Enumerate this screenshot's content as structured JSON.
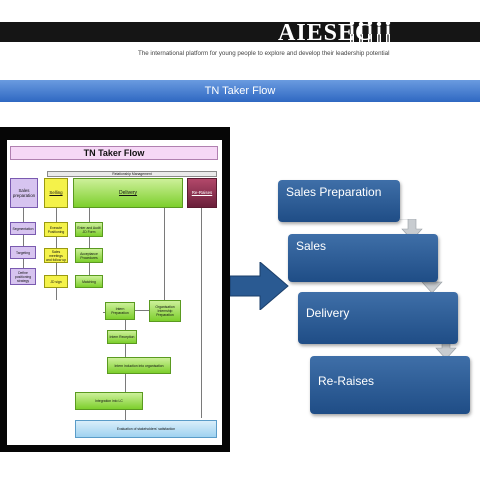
{
  "header": {
    "logo": "AIESEC",
    "tagline": "The international platform for young people to explore and develop their leadership potential"
  },
  "title_bar": {
    "title": "TN Taker Flow"
  },
  "diagram": {
    "title": "TN Taker Flow",
    "relationship_label": "Relationship Management",
    "sales_preparation": "Sales preparation",
    "selling": "Selling",
    "delivery": "Delivery",
    "re_raises": "Re-Raises",
    "segmentation": "Segmentation",
    "targeting": "Targeting",
    "positioning": "Define positioning strategy",
    "execute_positioning": "Execute Positioning",
    "sales_meetings": "Sales meetings and follow up",
    "jd_sign": "JD sign",
    "enter_audit": "Enter and Audit JD Form",
    "acceptance": "Acceptance Procedures",
    "matching": "Matching",
    "intern_preparation": "Intern Preparation",
    "org_preparation": "Organisation Internship Preparation",
    "intern_reception": "Intern Reception",
    "intern_induction": "Intern induction into organisation",
    "integration": "Integration into LC",
    "evaluation": "Evaluation of stakeholders' satisfaction"
  },
  "flow": {
    "steps": [
      "Sales Preparation",
      "Sales",
      "Delivery",
      "Re-Raises"
    ]
  },
  "colors": {
    "title_band": "#3a74cc",
    "step_fill": "#2b5b95",
    "arrow_blue": "#2a5a92",
    "connector_gray": "#c8ccd0"
  }
}
